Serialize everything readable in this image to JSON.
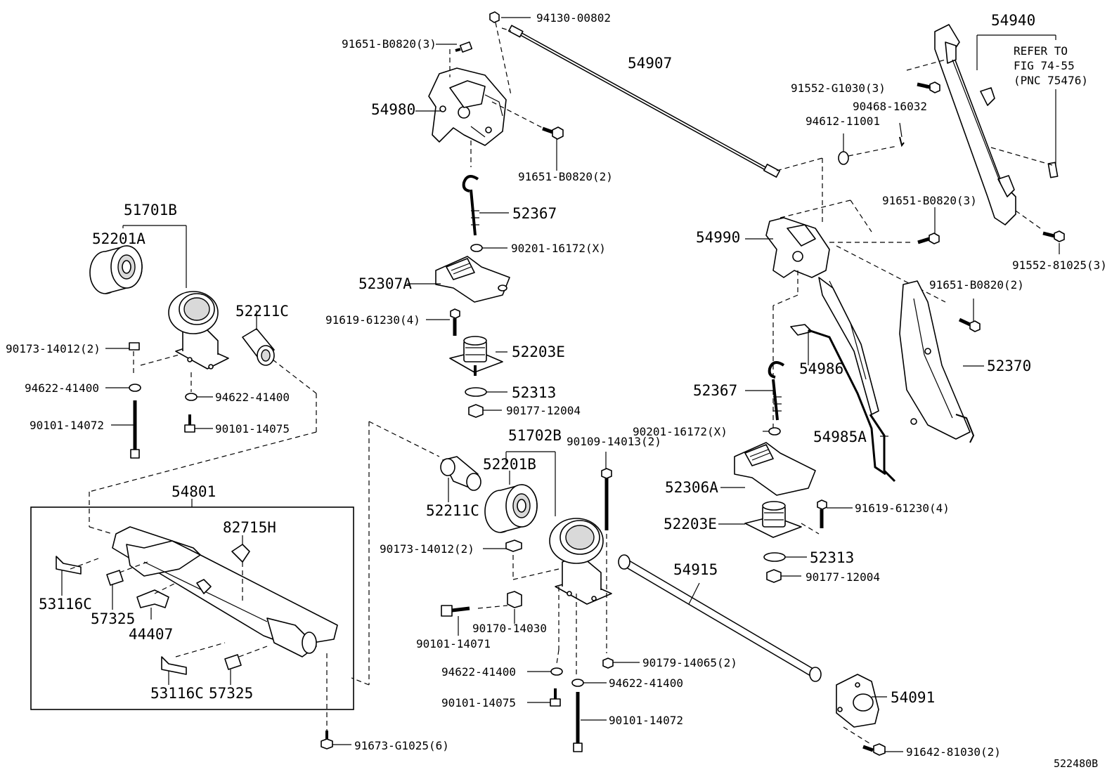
{
  "diagram_code": "522480B",
  "labels": {
    "l_94130_00802": "94130-00802",
    "l_91651_b0820_3_top": "91651-B0820(3)",
    "l_54907": "54907",
    "l_54980": "54980",
    "l_91651_b0820_2_top": "91651-B0820(2)",
    "l_52367_center": "52367",
    "l_90201_16172_center": "90201-16172(X)",
    "l_52307a": "52307A",
    "l_91619_61230_left": "91619-61230(4)",
    "l_52203e_center": "52203E",
    "l_52313_center": "52313",
    "l_90177_12004_center": "90177-12004",
    "l_54940": "54940",
    "l_refer_1": "REFER TO",
    "l_refer_2": "FIG 74-55",
    "l_refer_3": "(PNC 75476)",
    "l_91552_g1030": "91552-G1030(3)",
    "l_90468_16032": "90468-16032",
    "l_94612_11001": "94612-11001",
    "l_91651_b0820_3_right": "91651-B0820(3)",
    "l_54990": "54990",
    "l_91552_81025": "91552-81025(3)",
    "l_91651_b0820_2_right": "91651-B0820(2)",
    "l_54986": "54986",
    "l_52370": "52370",
    "l_52367_right": "52367",
    "l_90201_16172_right": "90201-16172(X)",
    "l_54985a": "54985A",
    "l_52306a": "52306A",
    "l_91619_61230_right": "91619-61230(4)",
    "l_52203e_right": "52203E",
    "l_52313_right": "52313",
    "l_90177_12004_right": "90177-12004",
    "l_51701b": "51701B",
    "l_52201a": "52201A",
    "l_52211c_top": "52211C",
    "l_90173_14012_left": "90173-14012(2)",
    "l_94622_41400_a": "94622-41400",
    "l_94622_41400_b": "94622-41400",
    "l_90101_14072_left": "90101-14072",
    "l_90101_14075_left": "90101-14075",
    "l_54801": "54801",
    "l_82715h": "82715H",
    "l_53116c_a": "53116C",
    "l_57325_a": "57325",
    "l_44407": "44407",
    "l_53116c_b": "53116C",
    "l_57325_b": "57325",
    "l_91673_g1025": "91673-G1025(6)",
    "l_51702b": "51702B",
    "l_52201b": "52201B",
    "l_52211c_bottom": "52211C",
    "l_90109_14013": "90109-14013(2)",
    "l_90173_14012_center": "90173-14012(2)",
    "l_54915": "54915",
    "l_90101_14071": "90101-14071",
    "l_90170_14030": "90170-14030",
    "l_90179_14065": "90179-14065(2)",
    "l_94622_41400_c": "94622-41400",
    "l_94622_41400_d": "94622-41400",
    "l_90101_14075_center": "90101-14075",
    "l_90101_14072_center": "90101-14072",
    "l_54091": "54091",
    "l_91642_81030": "91642-81030(2)"
  }
}
